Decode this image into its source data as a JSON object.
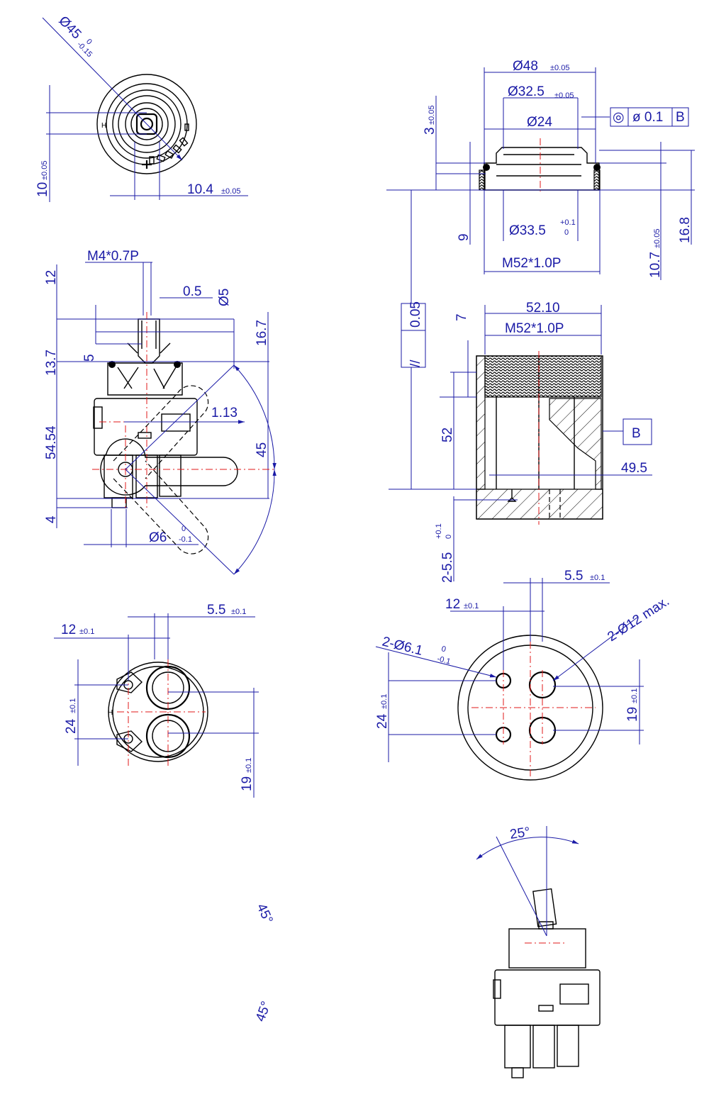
{
  "colors": {
    "dimension": "#1a1aa6",
    "centerline": "#e01818",
    "outline": "#000000"
  },
  "top_view_cartridge": {
    "diameter": "Ø45",
    "diameter_tol_upper": "0",
    "diameter_tol_lower": "-0.15",
    "offset_v": "10",
    "offset_v_tol": "±0.05",
    "offset_h": "10.4",
    "offset_h_tol": "±0.05"
  },
  "side_view_cartridge": {
    "thread": "M4*0.7P",
    "d12": "12",
    "d0_5": "0.5",
    "d5_dia": "Ø5",
    "d16_7": "16.7",
    "d13_7": "13.7",
    "d5": "5",
    "d1_13": "1.13",
    "d54_54": "54.54",
    "d45": "45",
    "d4": "4",
    "d6_dia": "Ø6",
    "d6_tol_upper": "0",
    "d6_tol_lower": "-0.1"
  },
  "cap_view": {
    "d48": "Ø48",
    "d48_tol": "±0.05",
    "d32_5": "Ø32.5",
    "d32_5_tol": "±0.05",
    "d24": "Ø24",
    "d3": "3",
    "d3_tol": "±0.05",
    "d9": "9",
    "d33_5": "Ø33.5",
    "d33_5_tol_upper": "+0.1",
    "d33_5_tol_lower": "0",
    "thread": "M52*1.0P",
    "d10_7": "10.7",
    "d10_7_tol": "±0.05",
    "d16_8": "16.8",
    "concentricity_symbol": "◎",
    "concentricity_value": "ø 0.1",
    "concentricity_datum": "B"
  },
  "housing_view": {
    "d52_10": "52.10",
    "thread": "M52*1.0P",
    "d7": "7",
    "parallel_symbol": "//",
    "parallel_value": "0.05",
    "d52": "52",
    "datum": "B",
    "d49_5": "49.5",
    "d2_5_5": "2-5.5",
    "d2_5_5_tol_upper": "+0.1",
    "d2_5_5_tol_lower": "0"
  },
  "bottom_view_cartridge": {
    "d5_5": "5.5",
    "d5_5_tol": "±0.1",
    "d12": "12",
    "d12_tol": "±0.1",
    "d24": "24",
    "d24_tol": "±0.1",
    "d19": "19",
    "d19_tol": "±0.1"
  },
  "seat_view": {
    "d5_5": "5.5",
    "d5_5_tol": "±0.1",
    "d12": "12",
    "d12_tol": "±0.1",
    "holes": "2-Ø12 max.",
    "pins": "2-Ø6.1",
    "pins_tol_upper": "0",
    "pins_tol_lower": "-0.1",
    "d24": "24",
    "d24_tol": "±0.1",
    "d19": "19",
    "d19_tol": "±0.1"
  },
  "lever_view": {
    "angle_upper": "45°",
    "angle_lower": "45°"
  },
  "tilt_view": {
    "angle": "25°"
  }
}
